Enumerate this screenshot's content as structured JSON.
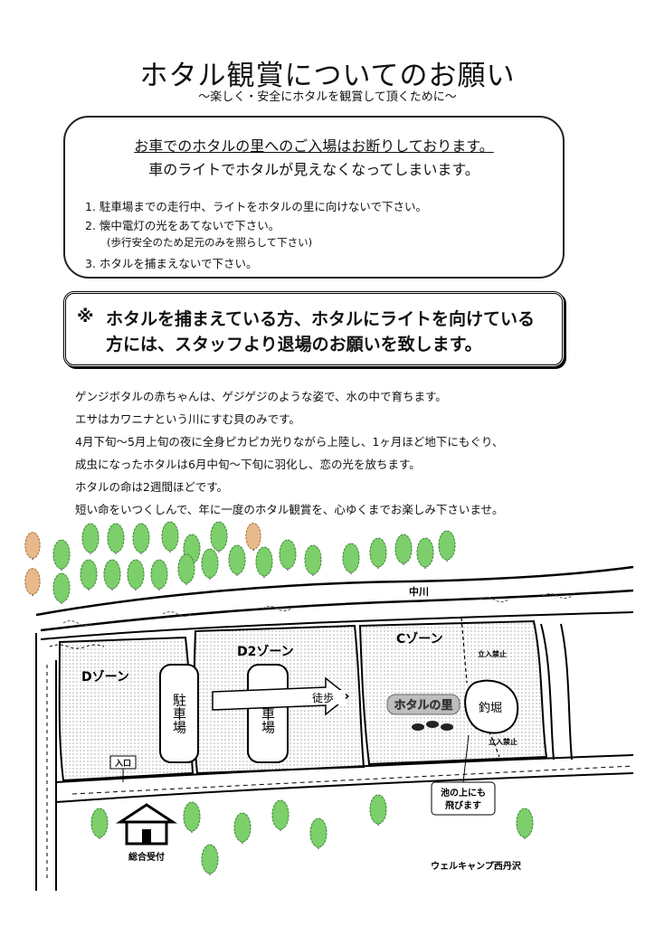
{
  "title": "ホタル観賞についてのお願い",
  "subtitle": "〜楽しく・安全にホタルを観賞して頂くために〜",
  "notice": {
    "heading": "お車でのホタルの里へのご入場はお断りしております。",
    "subheading": "車のライトでホタルが見えなくなってしまいます。",
    "rules": [
      "1. 駐車場までの走行中、ライトをホタルの里に向けないで下さい。",
      "2. 懐中電灯の光をあてないで下さい。",
      "(歩行安全のため足元のみを照らして下さい)",
      "3. ホタルを捕まえないで下さい。"
    ]
  },
  "warning": {
    "mark": "※",
    "line1": "ホタルを捕まえている方、ホタルにライトを向けている",
    "line2": "方には、スタッフより退場のお願いを致します。"
  },
  "paragraphs": [
    "ゲンジボタルの赤ちゃんは、ゲジゲジのような姿で、水の中で育ちます。",
    "エサはカワニナという川にすむ貝のみです。",
    "4月下旬〜5月上旬の夜に全身ピカピカ光りながら上陸し、1ヶ月ほど地下にもぐり、",
    "成虫になったホタルは6月中旬〜下旬に羽化し、恋の光を放ちます。",
    "ホタルの命は2週間ほどです。",
    "短い命をいつくしんで、年に一度のホタル観賞を、心ゆくまでお楽しみ下さいませ。"
  ],
  "map": {
    "river": "中川",
    "zone_d": "Dゾーン",
    "zone_d2": "D2ゾーン",
    "zone_c": "Cゾーン",
    "parking_1": "駐車場",
    "parking_2": "駐車場",
    "walk": "徒歩",
    "hotaru_sato": "ホタルの里",
    "pond": "釣堀",
    "no_entry_1": "立入禁止",
    "no_entry_2": "立入禁止",
    "entrance": "入口",
    "callout_1": "池の上にも",
    "callout_2": "飛びます",
    "reception": "総合受付",
    "camp_name": "ウェルキャンプ西丹沢",
    "colors": {
      "tree": "#7ccf6a",
      "tree_dark": "#3f8a3a",
      "accent": "#cfcfcf"
    }
  }
}
